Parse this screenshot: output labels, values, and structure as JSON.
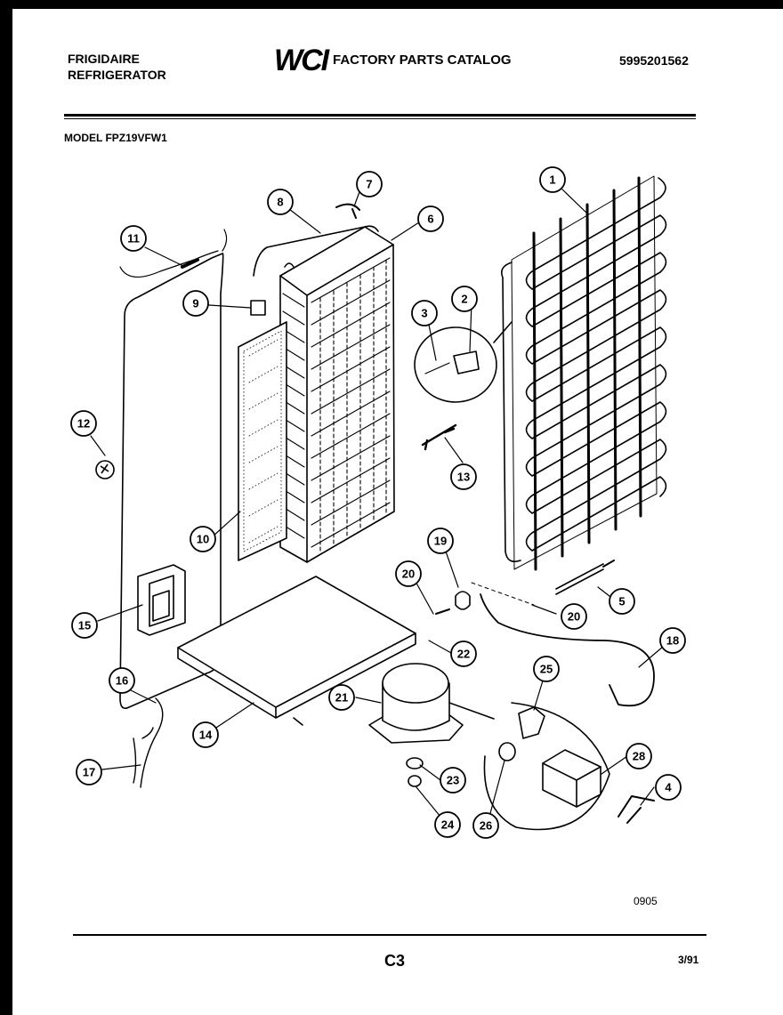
{
  "header": {
    "brand_line1": "FRIGIDAIRE",
    "brand_line2": "REFRIGERATOR",
    "logo_text": "WCI",
    "catalog_title": "FACTORY PARTS CATALOG",
    "catalog_number": "5995201562",
    "model_label": "MODEL FPZ19VFW1"
  },
  "callouts": [
    "1",
    "2",
    "3",
    "4",
    "5",
    "6",
    "7",
    "8",
    "9",
    "10",
    "11",
    "12",
    "13",
    "14",
    "15",
    "16",
    "17",
    "18",
    "19",
    "20",
    "20",
    "21",
    "22",
    "23",
    "24",
    "25",
    "26",
    "28"
  ],
  "footer": {
    "drawing_code": "0905",
    "page_code": "C3",
    "date": "3/91"
  },
  "colors": {
    "ink": "#000000",
    "paper": "#ffffff",
    "border": "#000000"
  }
}
